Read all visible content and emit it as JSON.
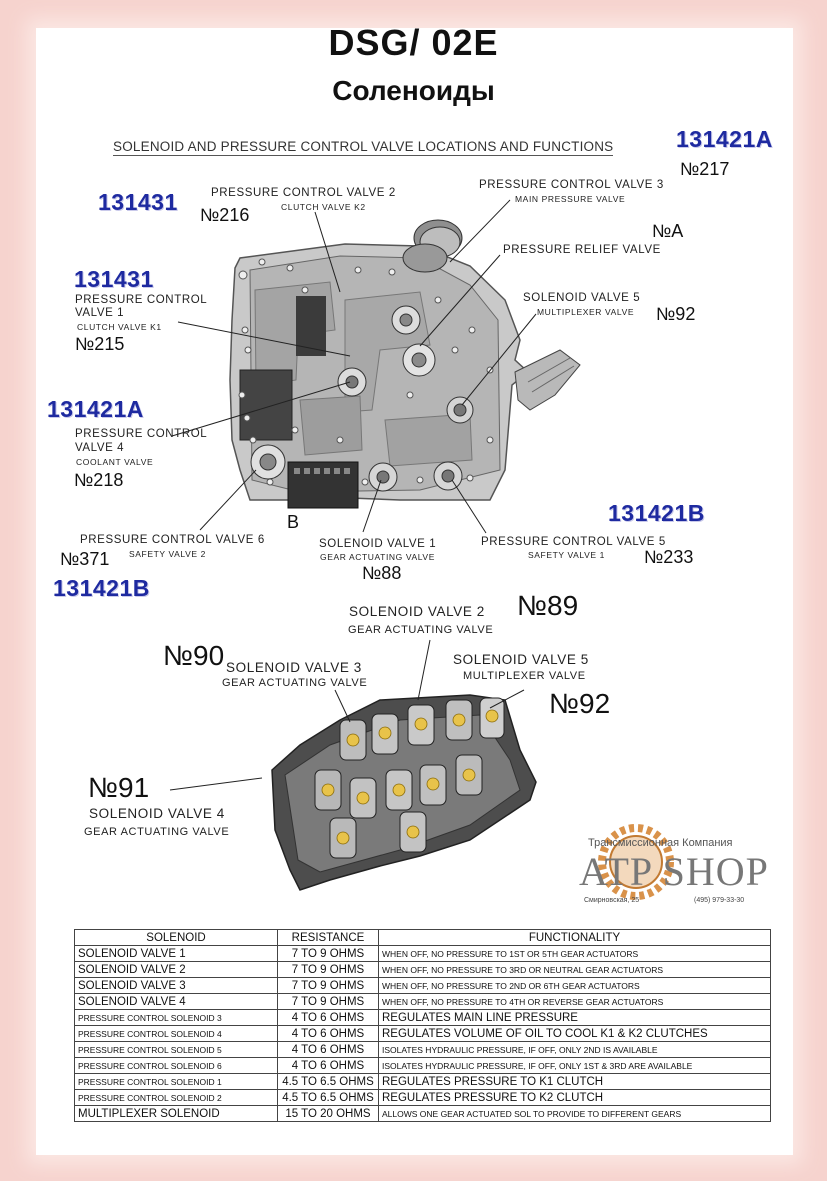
{
  "header": {
    "title": "DSG/ 02E",
    "subtitle": "Соленоиды",
    "section_heading": "SOLENOID AND PRESSURE CONTROL VALVE LOCATIONS AND FUNCTIONS"
  },
  "diagram1": {
    "pcv2": {
      "title": "PRESSURE CONTROL VALVE 2",
      "sub": "CLUTCH VALVE K2",
      "part": "131431",
      "num": "№216"
    },
    "pcv3": {
      "title": "PRESSURE CONTROL VALVE 3",
      "sub": "MAIN PRESSURE VALVE",
      "part": "131421A",
      "num": "№217"
    },
    "relief": {
      "title": "PRESSURE RELIEF VALVE",
      "num": "№A"
    },
    "sv5": {
      "title": "SOLENOID VALVE 5",
      "sub": "MULTIPLEXER VALVE",
      "num": "№92"
    },
    "pcv1": {
      "title_line1": "PRESSURE CONTROL",
      "title_line2": "VALVE 1",
      "sub": "CLUTCH VALVE K1",
      "part": "131431",
      "num": "№215"
    },
    "pcv4": {
      "title_line1": "PRESSURE CONTROL",
      "title_line2": "VALVE 4",
      "sub": "COOLANT VALVE",
      "part": "131421A",
      "num": "№218"
    },
    "pcv6": {
      "title": "PRESSURE CONTROL VALVE 6",
      "sub": "SAFETY VALVE 2",
      "part": "131421B",
      "num": "№371"
    },
    "sv1": {
      "title": "SOLENOID VALVE 1",
      "sub": "GEAR ACTUATING VALVE",
      "num": "№88"
    },
    "pcv5": {
      "title": "PRESSURE CONTROL VALVE 5",
      "sub": "SAFETY VALVE 1",
      "part": "131421B",
      "num": "№233"
    },
    "connector_label": "B"
  },
  "diagram2": {
    "sv2": {
      "title": "SOLENOID VALVE 2",
      "sub": "GEAR ACTUATING VALVE",
      "num": "№89"
    },
    "sv3": {
      "title": "SOLENOID VALVE 3",
      "sub": "GEAR ACTUATING VALVE",
      "num": "№90"
    },
    "sv5": {
      "title": "SOLENOID VALVE 5",
      "sub": "MULTIPLEXER VALVE",
      "num": "№92"
    },
    "sv4": {
      "title": "SOLENOID VALVE 4",
      "sub": "GEAR ACTUATING VALVE",
      "num": "№91"
    }
  },
  "logo": {
    "tagline": "Трансмиссионная Компания",
    "name": "ATP SHOP",
    "address": "Смирновская, 25",
    "phone": "(495) 979-33-30"
  },
  "table": {
    "headers": [
      "SOLENOID",
      "RESISTANCE",
      "FUNCTIONALITY"
    ],
    "rows": [
      [
        "SOLENOID VALVE 1",
        "7 TO 9 OHMS",
        "WHEN OFF, NO PRESSURE TO 1ST OR 5TH GEAR ACTUATORS"
      ],
      [
        "SOLENOID VALVE 2",
        "7 TO 9 OHMS",
        "WHEN OFF, NO PRESSURE TO 3RD OR NEUTRAL GEAR ACTUATORS"
      ],
      [
        "SOLENOID VALVE 3",
        "7 TO 9 OHMS",
        "WHEN OFF, NO PRESSURE TO 2ND OR 6TH GEAR ACTUATORS"
      ],
      [
        "SOLENOID VALVE 4",
        "7 TO 9 OHMS",
        "WHEN OFF, NO PRESSURE TO 4TH OR REVERSE GEAR ACTUATORS"
      ],
      [
        "PRESSURE CONTROL SOLENOID 3",
        "4 TO 6 OHMS",
        "REGULATES MAIN LINE PRESSURE"
      ],
      [
        "PRESSURE CONTROL SOLENOID 4",
        "4 TO 6 OHMS",
        "REGULATES VOLUME OF OIL TO COOL K1 & K2 CLUTCHES"
      ],
      [
        "PRESSURE CONTROL SOLENOID 5",
        "4 TO 6 OHMS",
        "ISOLATES HYDRAULIC PRESSURE, IF OFF, ONLY 2ND IS AVAILABLE"
      ],
      [
        "PRESSURE CONTROL SOLENOID 6",
        "4 TO 6 OHMS",
        "ISOLATES HYDRAULIC PRESSURE, IF OFF, ONLY 1ST & 3RD ARE AVAILABLE"
      ],
      [
        "PRESSURE CONTROL SOLENOID 1",
        "4.5 TO 6.5 OHMS",
        "REGULATES PRESSURE TO K1 CLUTCH"
      ],
      [
        "PRESSURE CONTROL SOLENOID 2",
        "4.5 TO 6.5 OHMS",
        "REGULATES PRESSURE TO K2 CLUTCH"
      ],
      [
        "MULTIPLEXER SOLENOID",
        "15 TO 20 OHMS",
        "ALLOWS ONE GEAR ACTUATED SOL TO PROVIDE TO DIFFERENT GEARS"
      ]
    ]
  }
}
